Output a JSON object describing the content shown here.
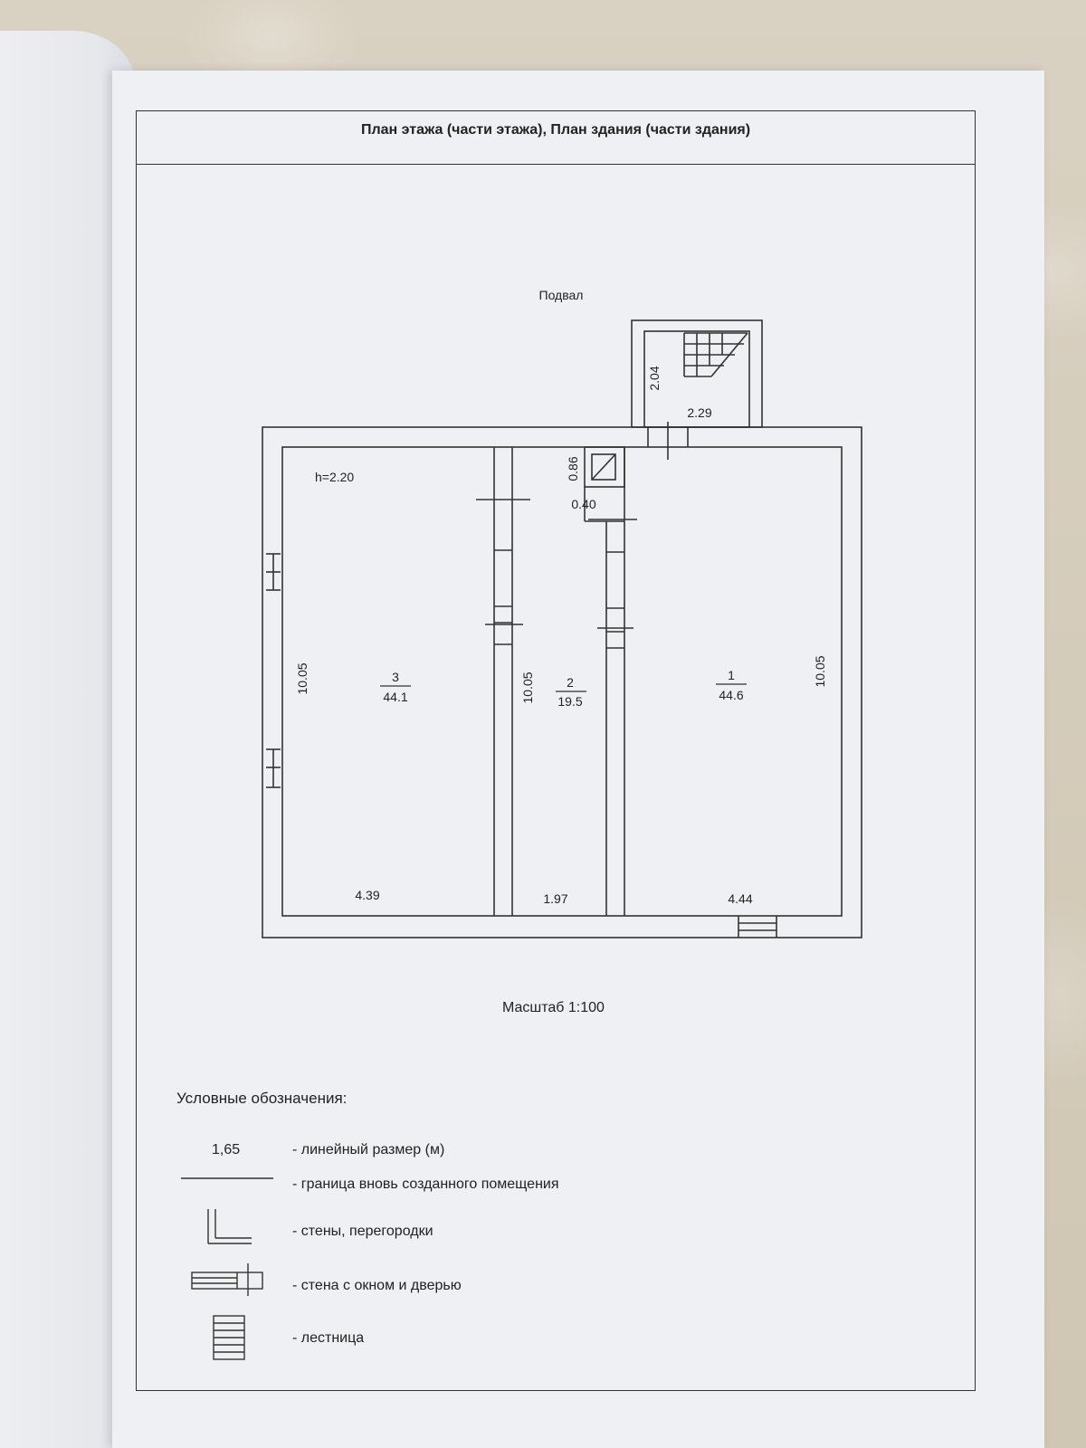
{
  "header": {
    "title": "План этажа (части этажа), План здания (части здания)"
  },
  "plan": {
    "floor_label": "Подвал",
    "ceiling_height": "h=2.20",
    "rooms": [
      {
        "number": "3",
        "area": "44.1"
      },
      {
        "number": "2",
        "area": "19.5"
      },
      {
        "number": "1",
        "area": "44.6"
      }
    ],
    "dimensions": {
      "room3_width": "4.39",
      "room2_width": "1.97",
      "room1_width": "4.44",
      "room3_length": "10.05",
      "room2_length": "10.05",
      "room1_length": "10.05",
      "stair_length": "2.04",
      "stair_width": "2.29",
      "niche_height": "0.86",
      "niche_width": "0.40"
    },
    "scale": "Масштаб 1:100"
  },
  "legend": {
    "title": "Условные обозначения:",
    "sample_value": "1,65",
    "items": [
      {
        "label": "- линейный размер (м)",
        "symbol": "dimension-text"
      },
      {
        "label": "- граница вновь созданного помещения",
        "symbol": "line"
      },
      {
        "label": "- стены, перегородки",
        "symbol": "wall-corner"
      },
      {
        "label": "- стена с окном и дверью",
        "symbol": "wall-window-door"
      },
      {
        "label": "- лестница",
        "symbol": "stairs"
      }
    ]
  }
}
